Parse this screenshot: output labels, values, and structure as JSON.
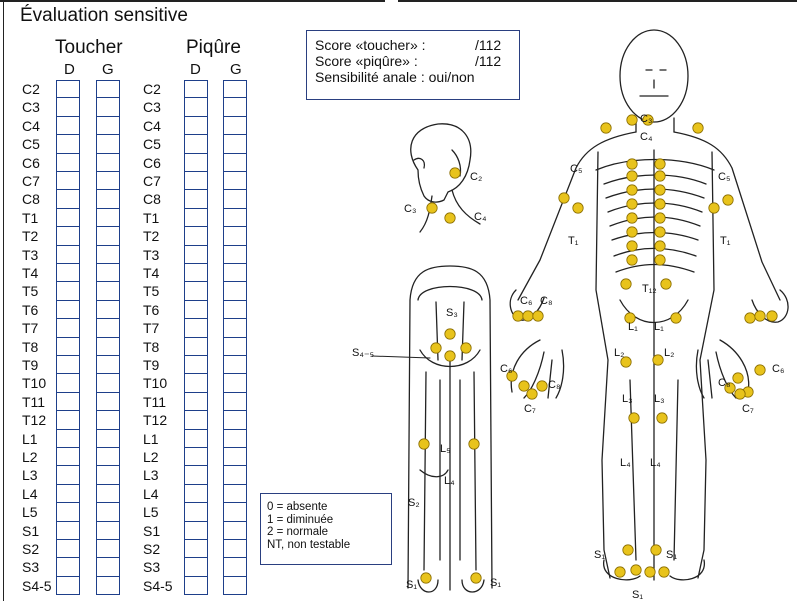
{
  "section_title": "Évaluation sensitive",
  "column_groups": [
    "Toucher",
    "Piqûre"
  ],
  "sides": [
    "D",
    "G",
    "D",
    "G"
  ],
  "levels": [
    "C2",
    "C3",
    "C4",
    "C5",
    "C6",
    "C7",
    "C8",
    "T1",
    "T2",
    "T3",
    "T4",
    "T5",
    "T6",
    "T7",
    "T8",
    "T9",
    "T10",
    "T11",
    "T12",
    "L1",
    "L2",
    "L3",
    "L4",
    "L5",
    "S1",
    "S2",
    "S3",
    "S4-5"
  ],
  "scores": {
    "toucher_label": "Score «toucher» :",
    "toucher_value": "/112",
    "piqure_label": "Score «piqûre» :",
    "piqure_value": "/112",
    "anal_label": "Sensibilité anale : oui/non"
  },
  "legend": [
    "0 = absente",
    "1 = diminuée",
    "2 = normale",
    "NT, non testable"
  ],
  "colors": {
    "box_border": "#1e3f8a",
    "sensory_point": "#e8c31c",
    "point_outline": "#8a6d00",
    "line": "#222222"
  }
}
